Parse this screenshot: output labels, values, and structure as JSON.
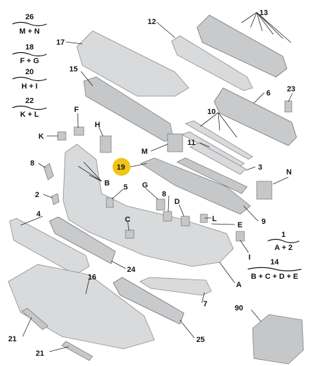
{
  "legend": [
    {
      "num": "26",
      "formula": "M + N"
    },
    {
      "num": "18",
      "formula": "F + G"
    },
    {
      "num": "20",
      "formula": "H + I"
    },
    {
      "num": "22",
      "formula": "K + L"
    },
    {
      "num": "1",
      "formula": "A + 2"
    },
    {
      "num": "14",
      "formula": "B + C + D + E"
    }
  ],
  "callouts": {
    "c13": "13",
    "c12": "12",
    "c17": "17",
    "c15": "15",
    "c6": "6",
    "c23": "23",
    "c10": "10",
    "cF": "F",
    "cK": "K",
    "cH": "H",
    "cM": "M",
    "c11": "11",
    "c19": "19",
    "c3": "3",
    "cN": "N",
    "c8a": "8",
    "cB": "B",
    "c5": "5",
    "cG": "G",
    "c8b": "8",
    "cD": "D",
    "c2": "2",
    "c4": "4",
    "cC": "C",
    "cL": "L",
    "cE": "E",
    "c9": "9",
    "cI": "I",
    "c24": "24",
    "c16": "16",
    "cA": "A",
    "c7": "7",
    "c90": "90",
    "c21a": "21",
    "c25": "25",
    "c21b": "21"
  },
  "highlight_color": "#f0c419"
}
